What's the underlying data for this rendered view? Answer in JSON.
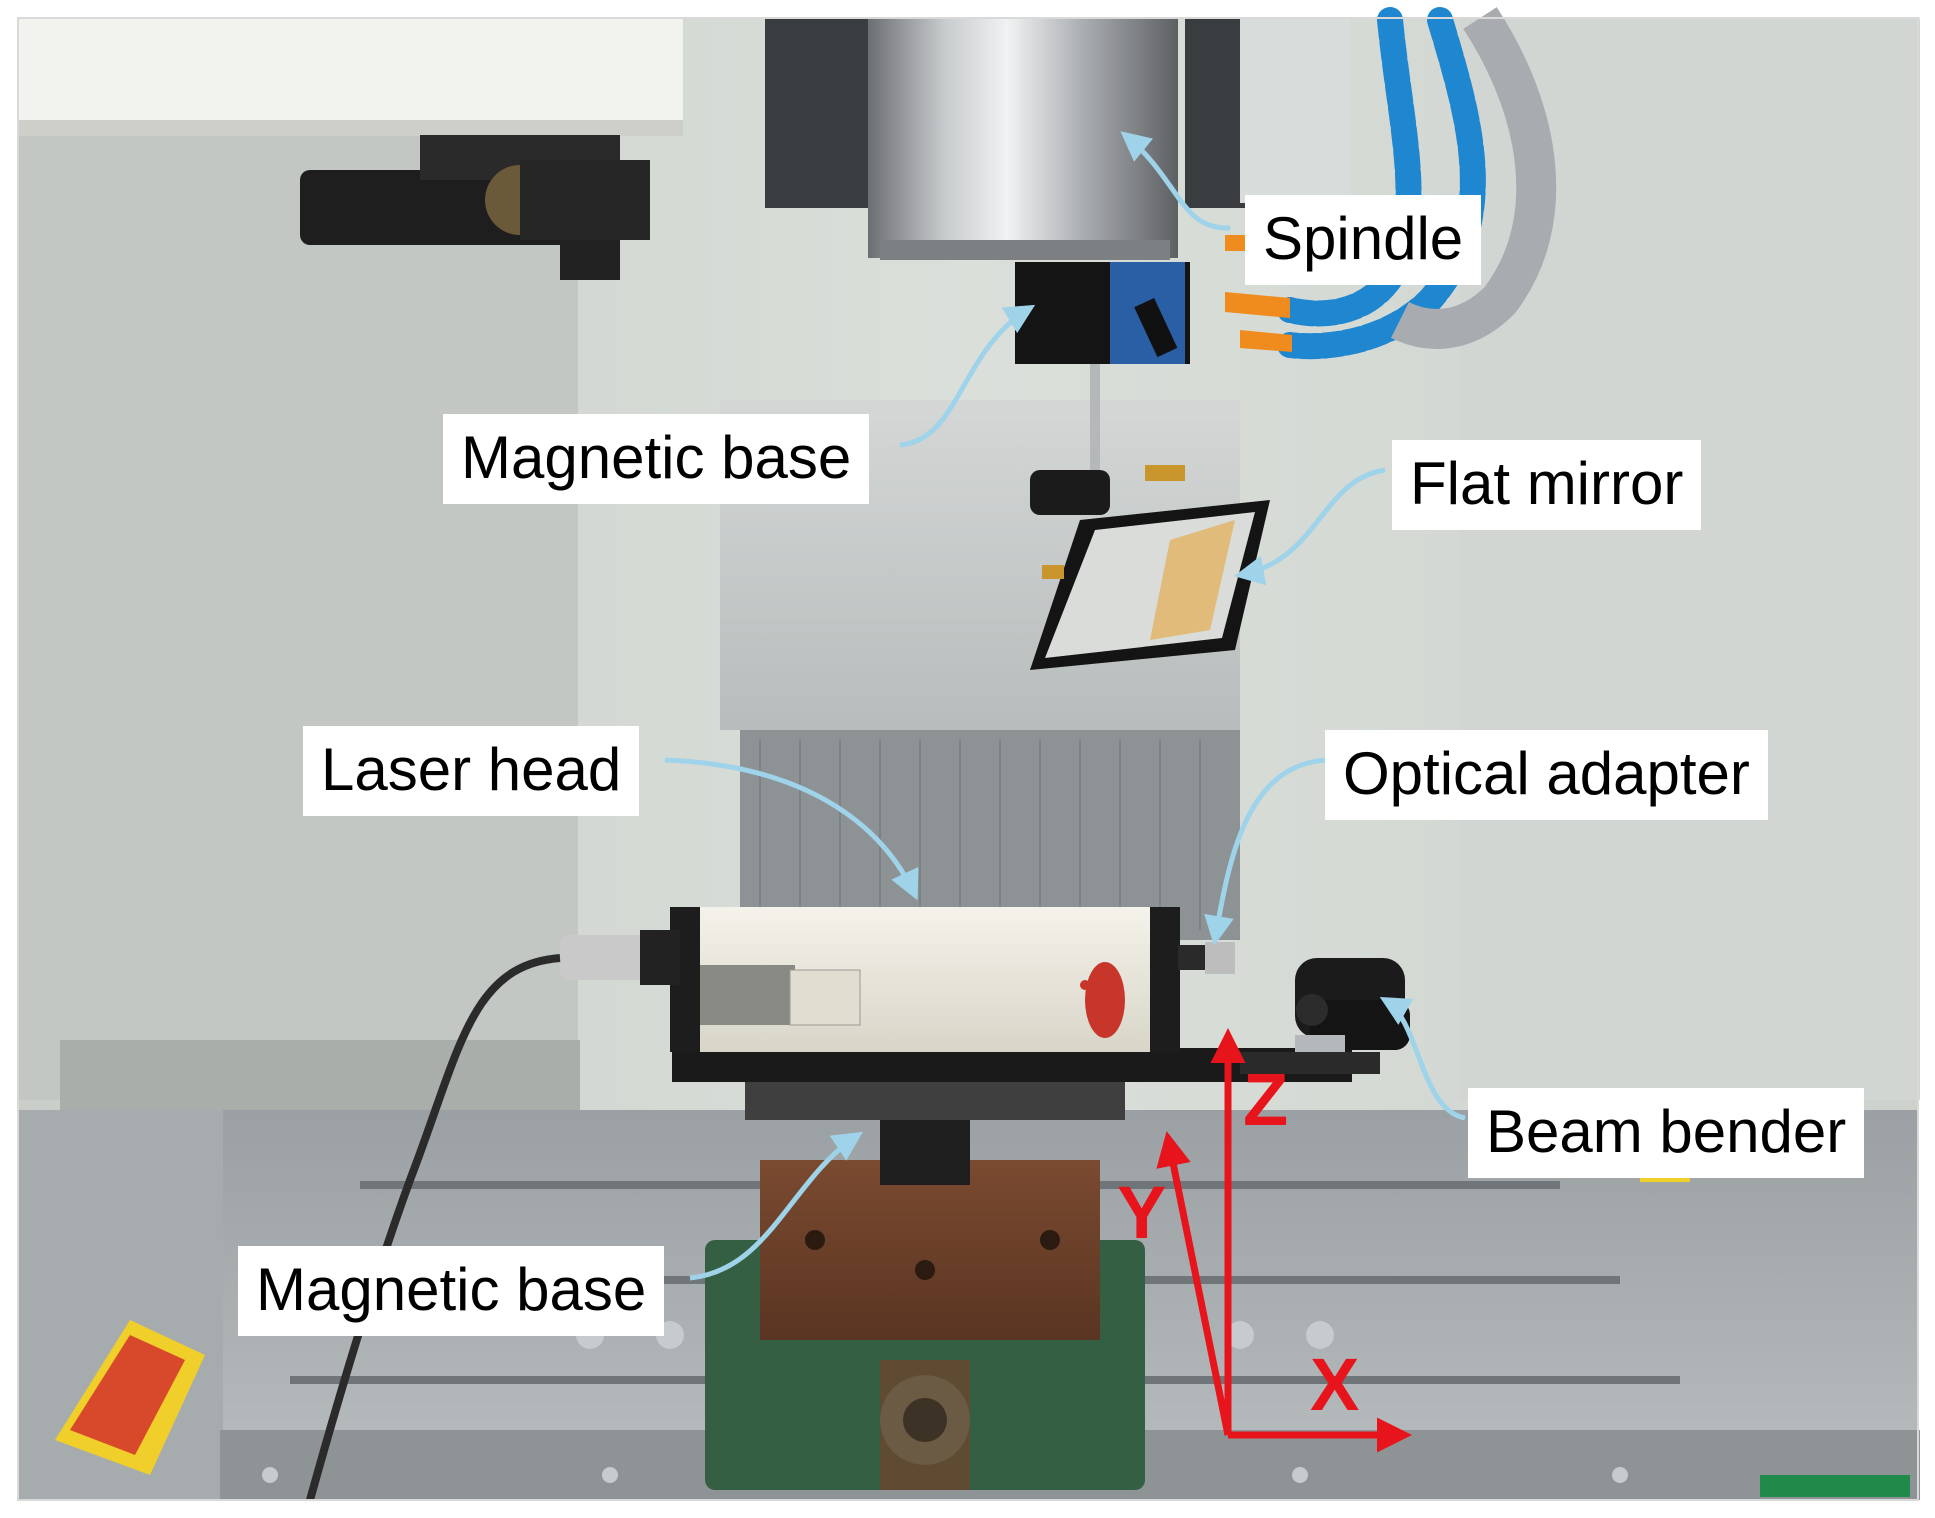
{
  "labels": {
    "spindle": "Spindle",
    "magnetic_base_top": "Magnetic base",
    "flat_mirror": "Flat mirror",
    "laser_head": "Laser head",
    "optical_adapter": "Optical adapter",
    "beam_bender": "Beam bender",
    "magnetic_base_bottom": "Magnetic base"
  },
  "axes": {
    "x": "X",
    "y": "Y",
    "z": "Z"
  },
  "colors": {
    "axis": "#e8141c",
    "leader": "#9fd3ea",
    "callout_bg": "#ffffff",
    "coolant_hose": "#1f86d0",
    "nozzle": "#f08c1e"
  }
}
